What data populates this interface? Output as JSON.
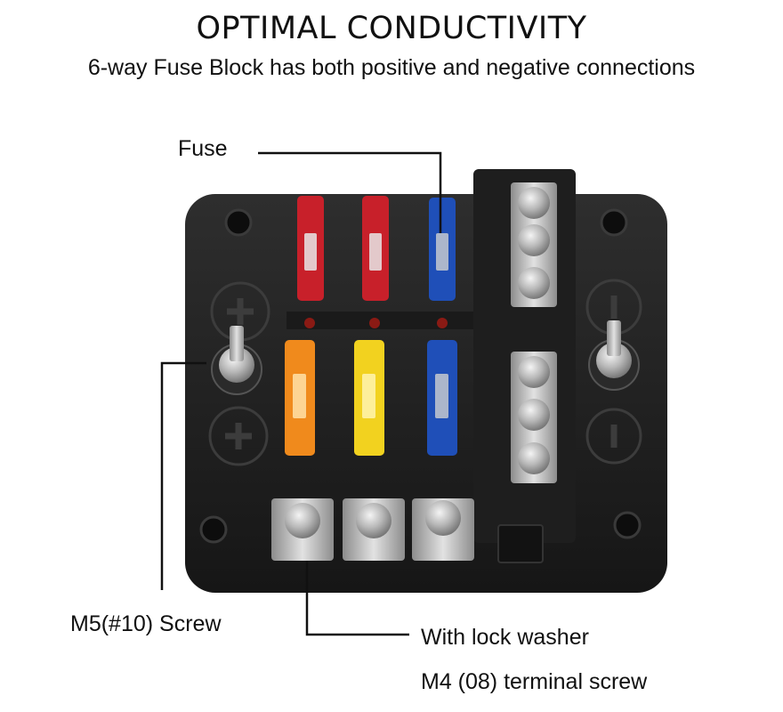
{
  "header": {
    "title": "OPTIMAL CONDUCTIVITY",
    "subtitle": "6-way Fuse Block has both positive and negative connections"
  },
  "callouts": {
    "fuse": "Fuse",
    "stud_screw": "M5(#10) Screw",
    "lock_washer": "With lock washer",
    "terminal_screw": "M4 (08) terminal screw"
  },
  "colors": {
    "block_body": "#232323",
    "fuse_red": "#c8202a",
    "fuse_blue": "#1f4fb8",
    "fuse_orange": "#f08a1c",
    "fuse_yellow": "#f2d21f",
    "led": "#8a1a14",
    "metal": "#c9c9c9"
  },
  "fuses": {
    "top_row": [
      "fuse_red",
      "fuse_red",
      "fuse_blue"
    ],
    "bottom_row": [
      "fuse_orange",
      "fuse_yellow",
      "fuse_blue"
    ]
  },
  "icons": {
    "positive_symbol": "plus-icon",
    "negative_symbol": "minus-icon"
  }
}
